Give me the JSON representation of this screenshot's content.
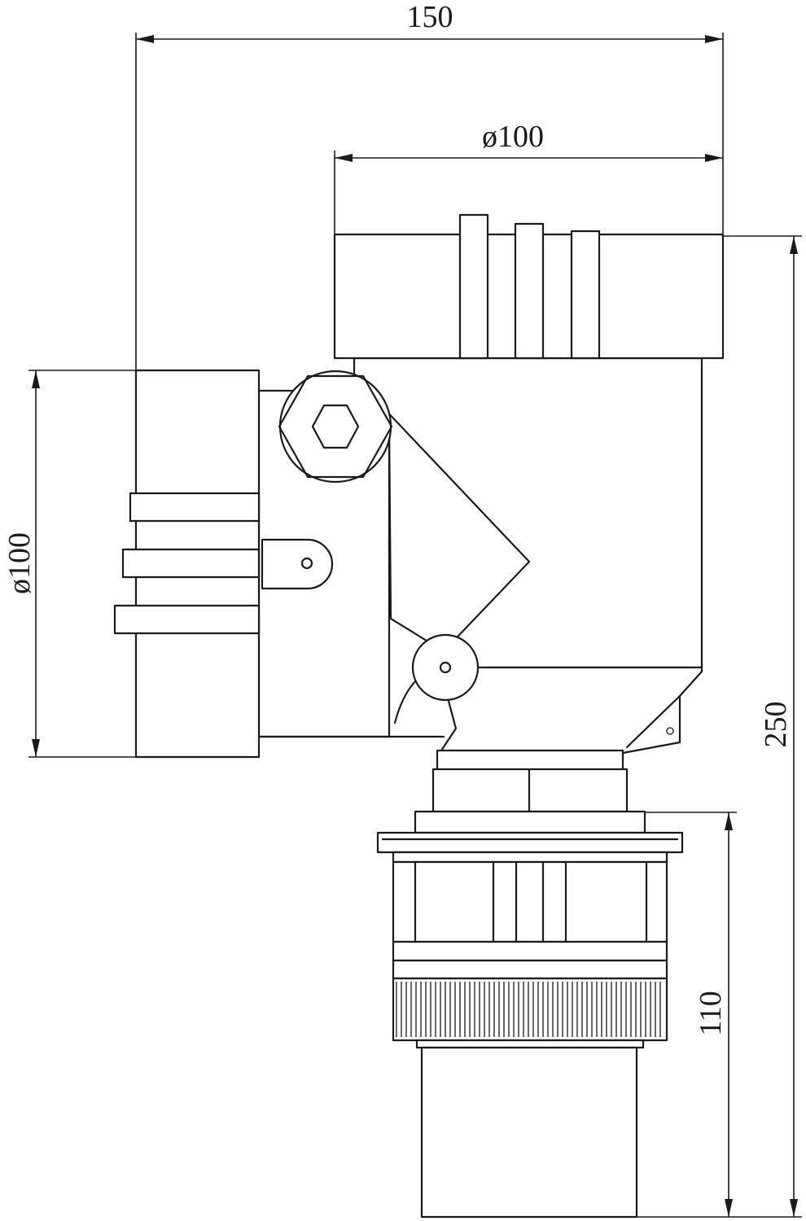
{
  "dimensions": {
    "overall_width": "150",
    "cover_diameter": "ø100",
    "side_cover_diameter": "ø100",
    "overall_height": "250",
    "probe_height": "110"
  }
}
